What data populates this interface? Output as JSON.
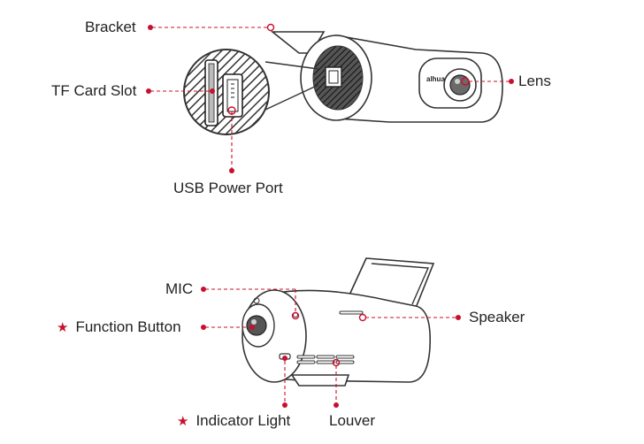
{
  "labels": {
    "bracket": "Bracket",
    "tf_card_slot": "TF Card Slot",
    "usb_power_port": "USB Power Port",
    "lens": "Lens",
    "mic": "MIC",
    "function_button": "Function Button",
    "speaker": "Speaker",
    "indicator_light": "Indicator Light",
    "louver": "Louver"
  },
  "marker_symbol": "★",
  "brand_text": "alhua",
  "accent_color": "#c8102e"
}
